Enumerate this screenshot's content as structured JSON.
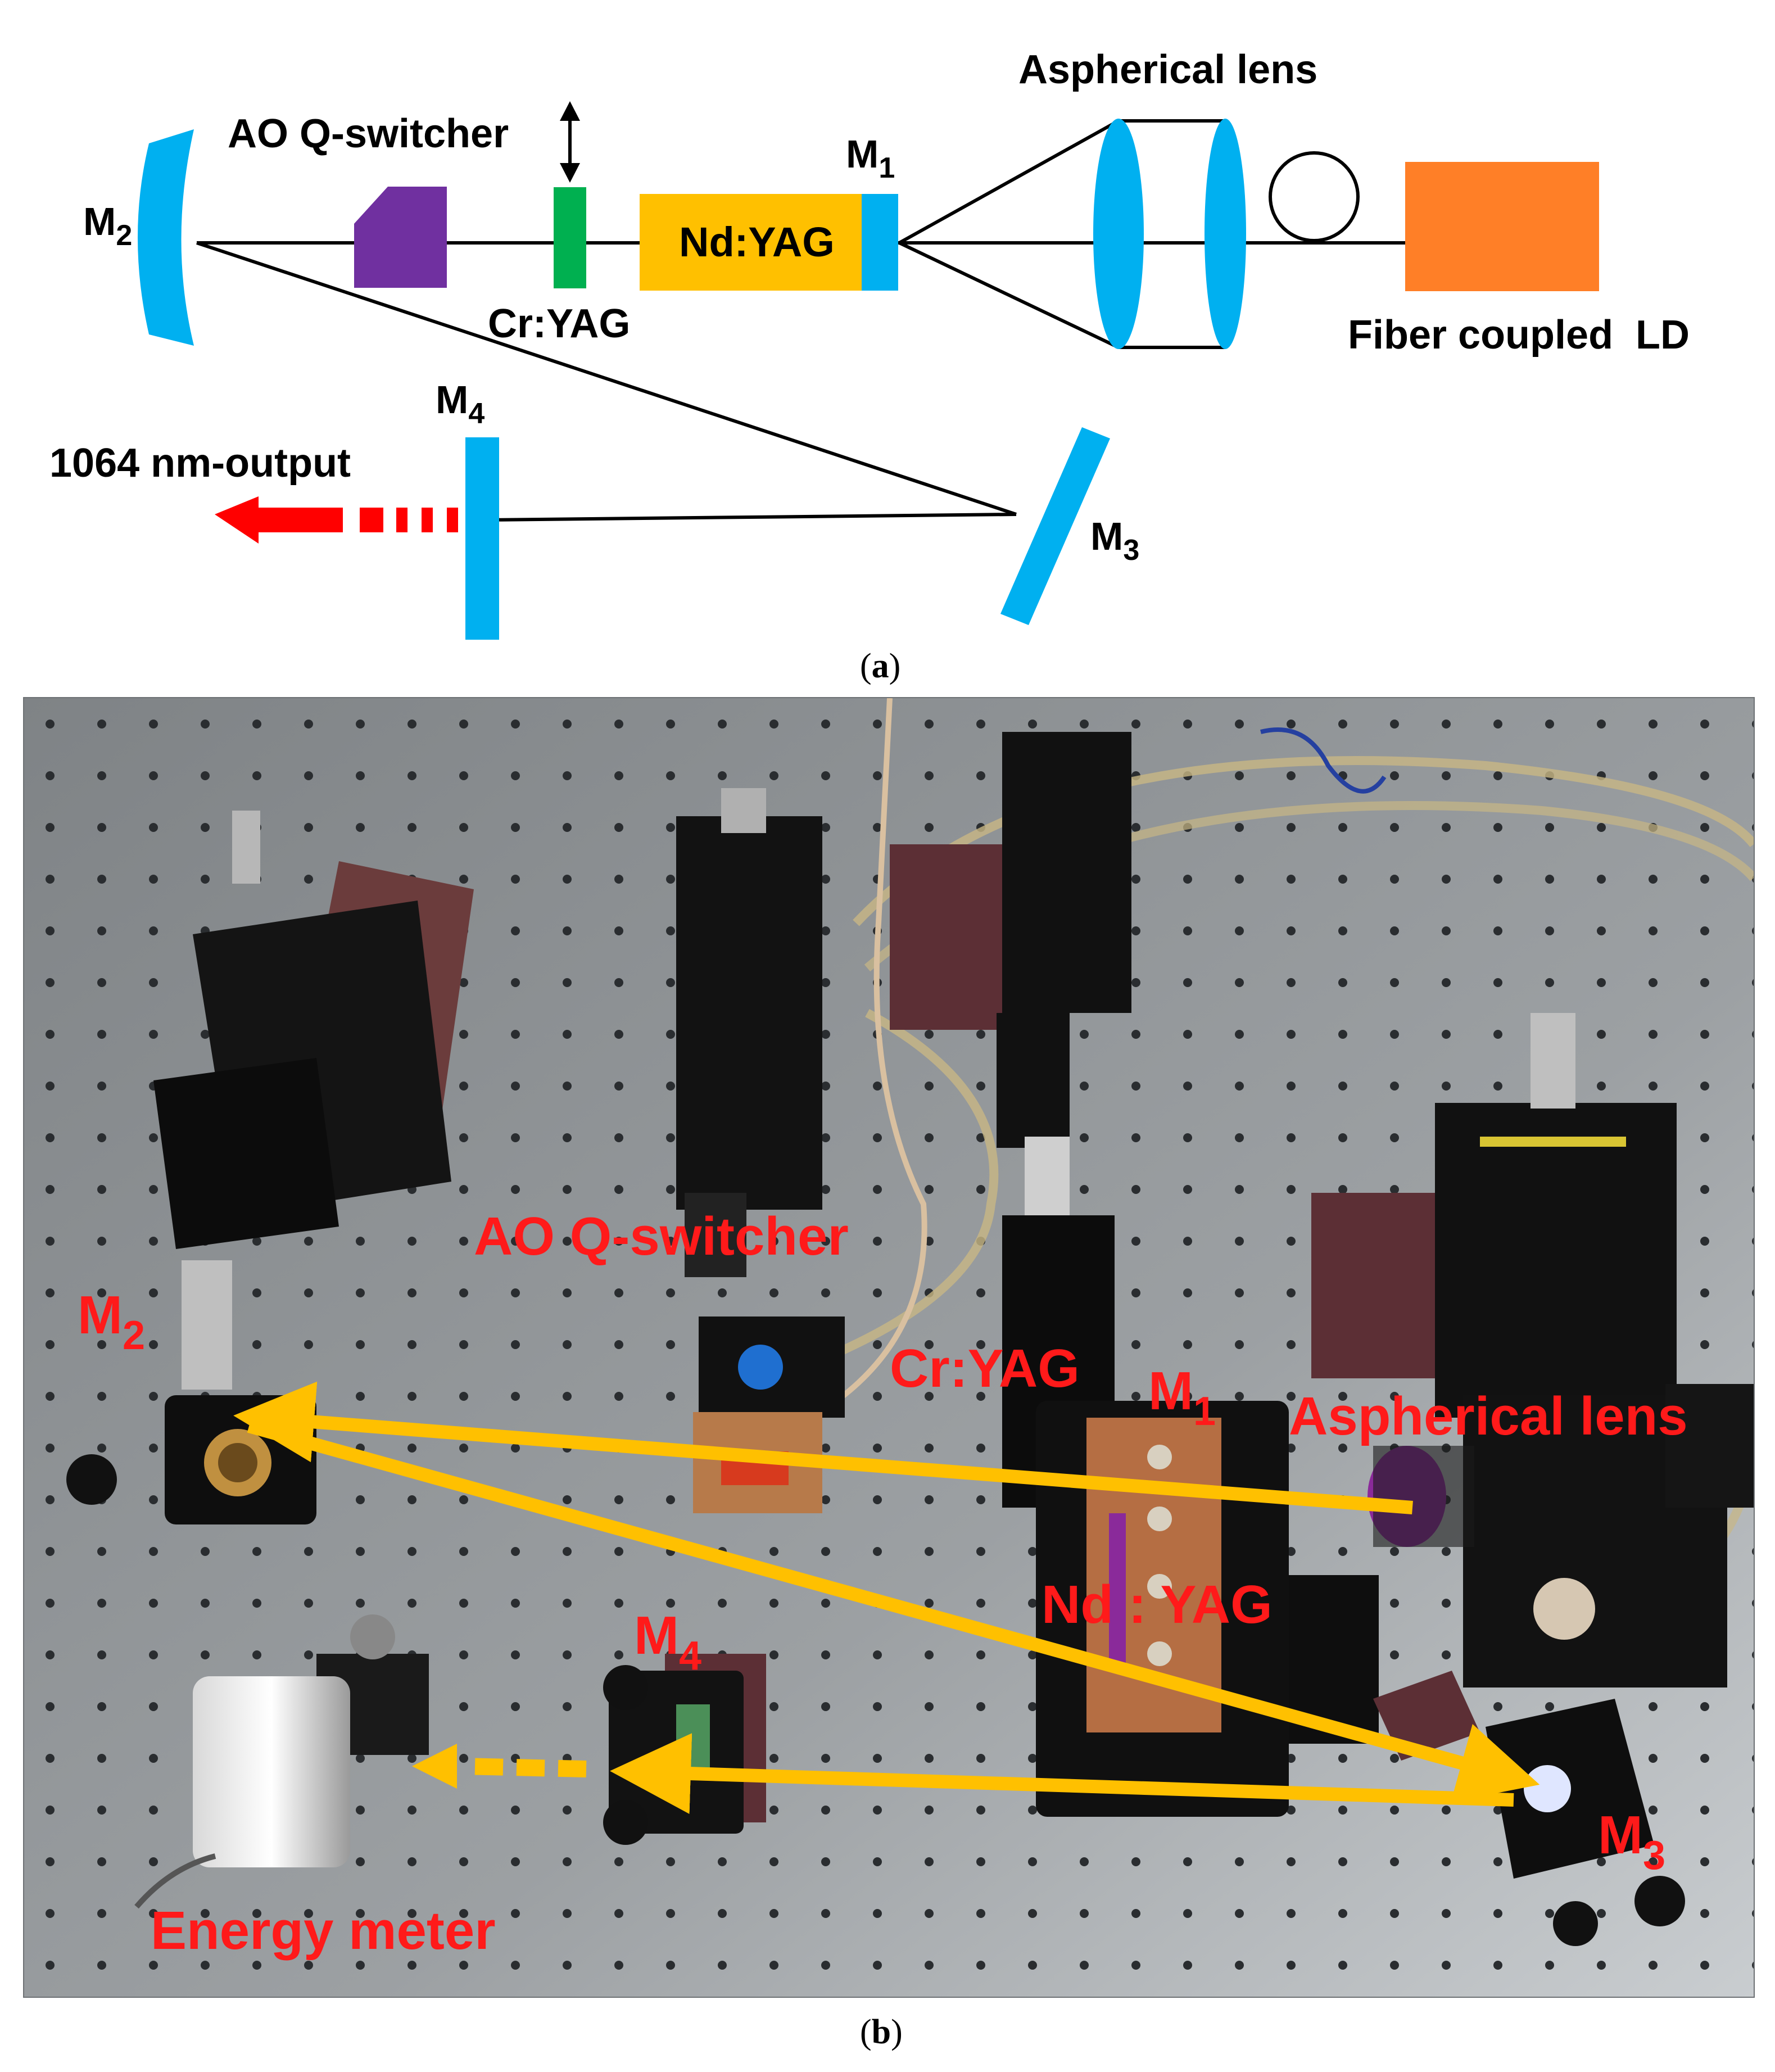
{
  "figure_a": {
    "caption": "a",
    "labels": {
      "aspherical_lens": "Aspherical lens",
      "ao_qswitcher": "AO Q-switcher",
      "m1_base": "M",
      "m1_sub": "1",
      "m2_base": "M",
      "m2_sub": "2",
      "m3_base": "M",
      "m3_sub": "3",
      "m4_base": "M",
      "m4_sub": "4",
      "nd_yag": "Nd:YAG",
      "cr_yag": "Cr:YAG",
      "fiber_ld": "Fiber coupled  LD",
      "output": "1064 nm-output"
    },
    "colors": {
      "mirror": "#00b0f0",
      "qswitcher": "#7030a0",
      "cr_yag": "#00b050",
      "nd_yag": "#ffc000",
      "ld": "#ff7f27",
      "output_arrow": "#ff0000"
    }
  },
  "figure_b": {
    "caption": "b",
    "labels": {
      "ao_qswitcher": "AO Q-switcher",
      "m2_base": "M",
      "m2_sub": "2",
      "cr_yag": "Cr:YAG",
      "m1_base": "M",
      "m1_sub": "1",
      "aspherical_lens": "Aspherical lens",
      "nd_yag": "Nd : YAG",
      "m4_base": "M",
      "m4_sub": "4",
      "m3_base": "M",
      "m3_sub": "3",
      "energy_meter": "Energy meter"
    },
    "colors": {
      "label": "#ff1a1a",
      "beam": "#ffc000",
      "table": "#8d9194"
    }
  }
}
